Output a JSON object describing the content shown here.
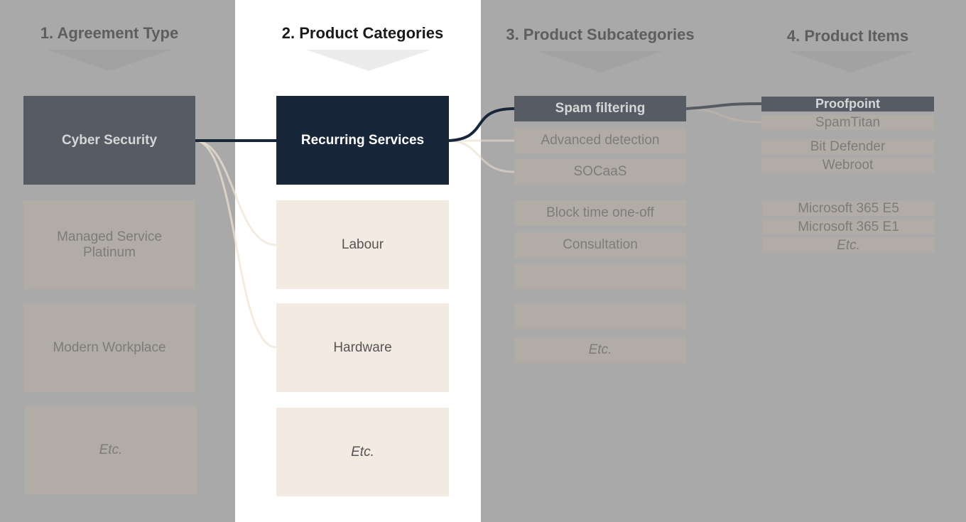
{
  "columns": [
    {
      "heading": "1. Agreement Type",
      "items": [
        "Cyber Security",
        "Managed Service Platinum",
        "Modern Workplace",
        "Etc."
      ]
    },
    {
      "heading": "2. Product Categories",
      "items": [
        "Recurring Services",
        "Labour",
        "Hardware",
        "Etc."
      ]
    },
    {
      "heading": "3. Product Subcategories",
      "items": [
        "Spam filtering",
        "Advanced detection",
        "SOCaaS",
        "Block time one-off",
        "Consultation",
        "",
        "",
        "Etc."
      ]
    },
    {
      "heading": "4. Product Items",
      "items": [
        "Proofpoint",
        "SpamTitan",
        "Bit Defender",
        "Webroot",
        "Microsoft 365 E5",
        "Microsoft 365 E1",
        "Etc."
      ]
    }
  ],
  "colors": {
    "background": "#a9a9a9",
    "highlight_column": "#ffffff",
    "selected_category": "#18263a",
    "selected_path": "#575b63",
    "category_box": "#f3ebe1",
    "dimmed_box": "#b2aca6"
  },
  "selection": {
    "agreement_type": "Cyber Security",
    "product_category": "Recurring Services",
    "product_subcategory": "Spam filtering",
    "product_item": "Proofpoint"
  }
}
